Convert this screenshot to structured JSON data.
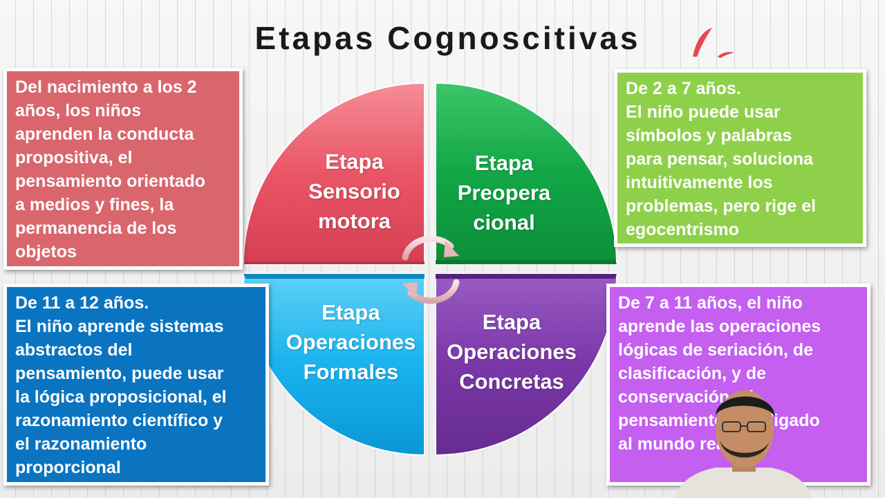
{
  "title": "Etapas Cognoscitivas",
  "colors": {
    "red": "#d9666c",
    "green": "#8fd04a",
    "blue": "#0b74c1",
    "purple": "#c45ff0",
    "quadrant_red": "#ea5566",
    "quadrant_green": "#1aa84a",
    "quadrant_cyan": "#19b3ee",
    "quadrant_purple": "#7a37a8"
  },
  "quadrants": {
    "sensoriomotora": "Etapa\nSensorio\nmotora",
    "preoperacional": "Etapa\nPreopera\ncional",
    "formales": "Etapa\nOperaciones\nFormales",
    "concretas": "Etapa\nOperaciones\nConcretas"
  },
  "boxes": {
    "red": "Del nacimiento a los 2\naños, los niños\naprenden la conducta\npropositiva, el\npensamiento orientado\na medios y fines, la\npermanencia de los\nobjetos",
    "green": "De 2 a 7 años.\nEl niño puede usar\nsímbolos y palabras\npara pensar, soluciona\nintuitivamente los\nproblemas, pero rige el\negocentrismo",
    "blue": "De 11 a 12 años.\nEl niño aprende sistemas\nabstractos del\npensamiento, puede usar\nla lógica proposicional, el\nrazonamiento científico y\nel razonamiento\nproporcional",
    "purple": "De 7 a 11 años, el niño\naprende las operaciones\nlógicas de seriación, de\nclasificación, y de\nconservación, el\npensamiento está ligado\nal mundo real"
  },
  "icons": {
    "cycle": "cycle-arrows-icon",
    "title_mark": "leaf-swoosh-icon",
    "presenter": "presenter-video-overlay"
  }
}
